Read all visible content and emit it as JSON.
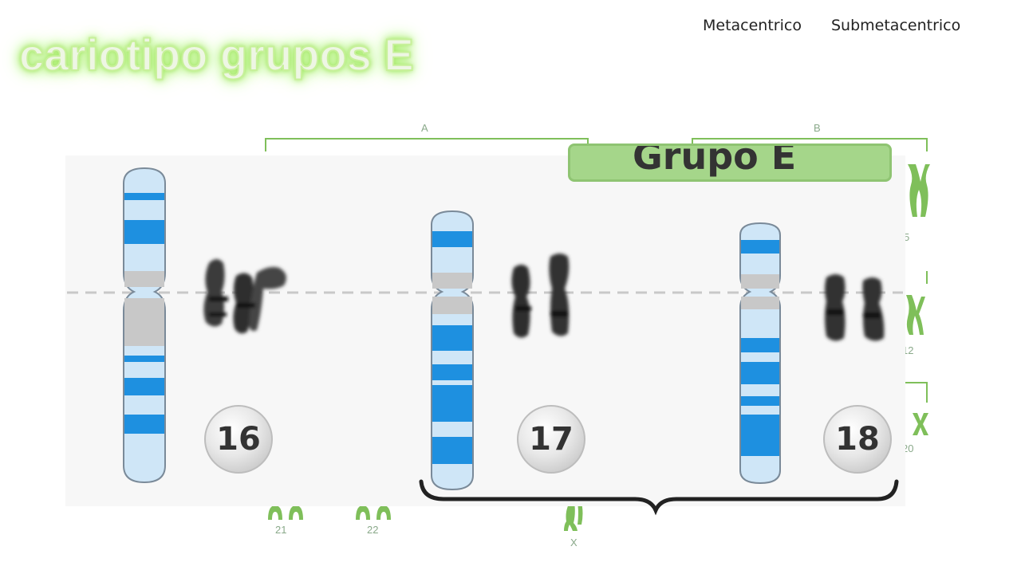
{
  "slide": {
    "title": "cariotipo grupos E",
    "legend": {
      "metacentric": "Metacentrico",
      "submetacentric": "Submetacentrico"
    }
  },
  "figure": {
    "bracket_labels": {
      "a": "A",
      "b": "B"
    },
    "group_banner": "Grupo E",
    "chromosomes": [
      {
        "number": "16"
      },
      {
        "number": "17"
      },
      {
        "number": "18"
      }
    ],
    "side_labels": {
      "five": "5",
      "twelve": "12",
      "twenty": "20"
    },
    "bottom_labels": {
      "twentyone": "21",
      "twentytwo": "22",
      "x": "X"
    }
  },
  "colors": {
    "band_blue": "#1e90e0",
    "chromosome_body": "#cfe6f7",
    "outline": "#7a8a99",
    "green_karyo": "#7fbf5a"
  }
}
